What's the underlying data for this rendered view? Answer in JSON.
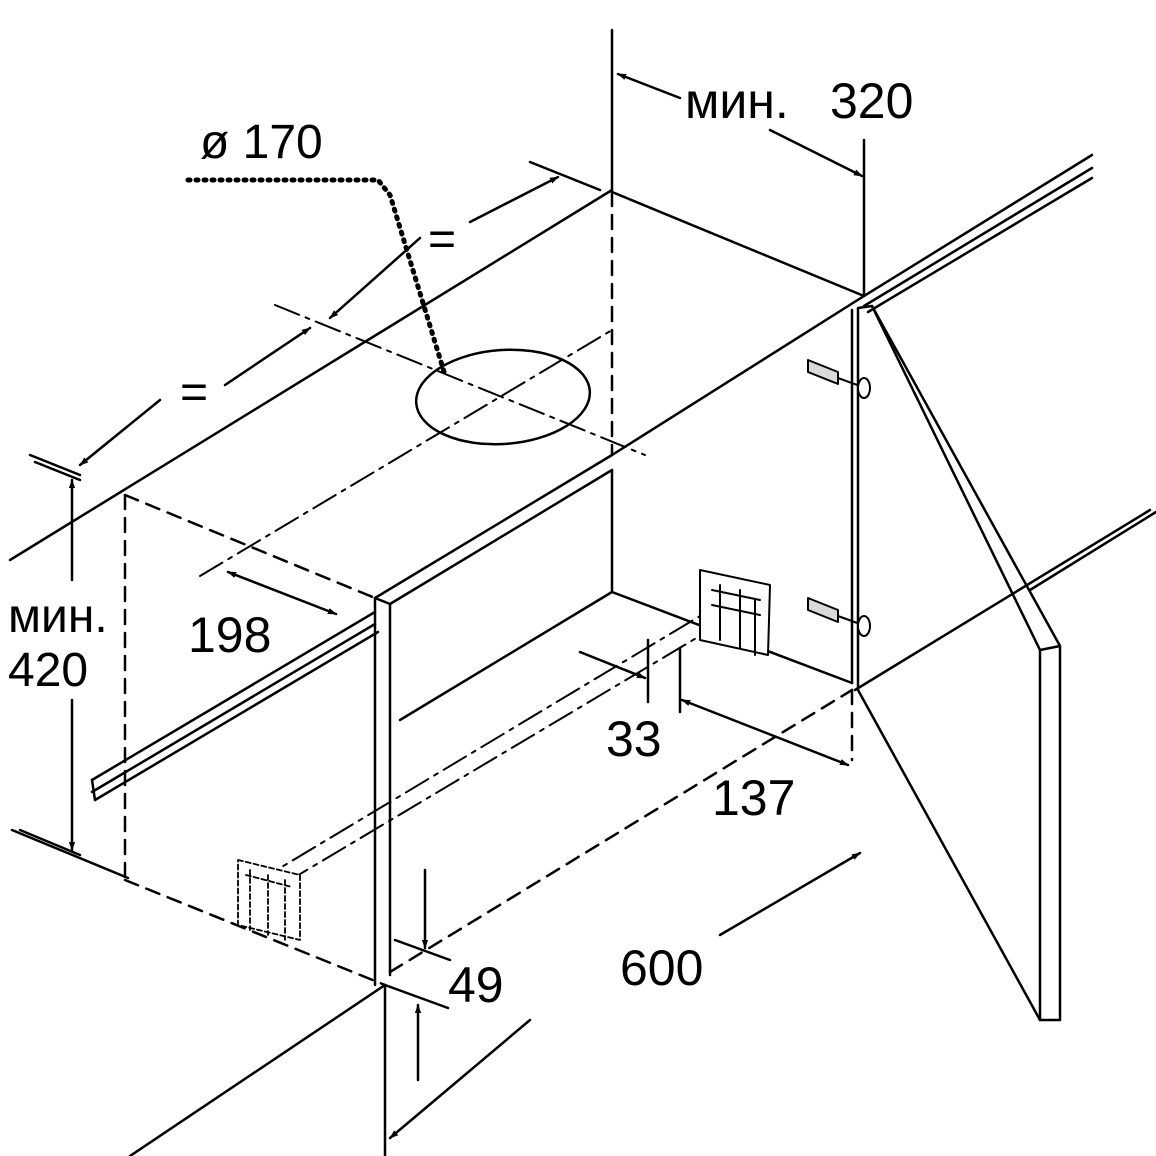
{
  "colors": {
    "line": "#000000",
    "background": "#ffffff",
    "bracket_fill": "#d9d9d9"
  },
  "labels": {
    "hole_diameter": "ø 170",
    "min_320_prefix": "мин.",
    "min_320_value": "320",
    "equal_top": "=",
    "equal_left": "=",
    "min_420_prefix": "мин.",
    "min_420_value": "420",
    "depth_198": "198",
    "offset_33": "33",
    "offset_137": "137",
    "height_49": "49",
    "width_600": "600"
  }
}
